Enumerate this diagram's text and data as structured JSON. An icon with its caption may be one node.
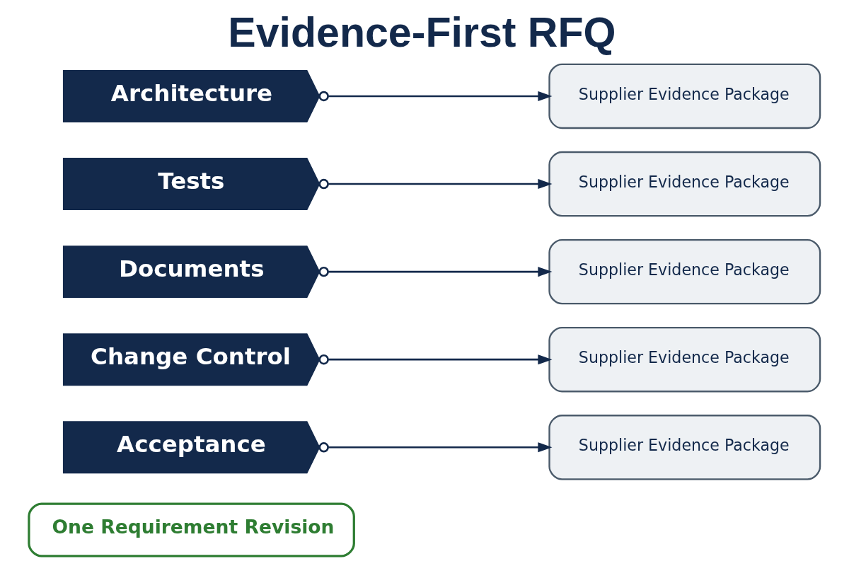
{
  "diagram": {
    "title": "Evidence-First RFQ",
    "nodes": [
      {
        "text": [
          "Architecture"
        ]
      },
      {
        "text": [
          "Supplier Evidence Package"
        ]
      },
      {
        "text": [
          "Tests"
        ]
      },
      {
        "text": [
          "Supplier Evidence Package"
        ]
      },
      {
        "text": [
          "Documents"
        ]
      },
      {
        "text": [
          "Supplier Evidence Package"
        ]
      },
      {
        "text": [
          "Change Control"
        ]
      },
      {
        "text": [
          "Supplier Evidence Package"
        ]
      },
      {
        "text": [
          "Acceptance"
        ]
      },
      {
        "text": [
          "Supplier Evidence Package"
        ]
      },
      {
        "text": [
          "One Requirement Revision"
        ]
      }
    ],
    "edges": [
      {
        "from": 0,
        "to": 1,
        "arrow": "to"
      },
      {
        "from": 2,
        "to": 3,
        "arrow": "to"
      },
      {
        "from": 4,
        "to": 5,
        "arrow": "to"
      },
      {
        "from": 6,
        "to": 7,
        "arrow": "to"
      },
      {
        "from": 8,
        "to": 9,
        "arrow": "to"
      }
    ]
  }
}
